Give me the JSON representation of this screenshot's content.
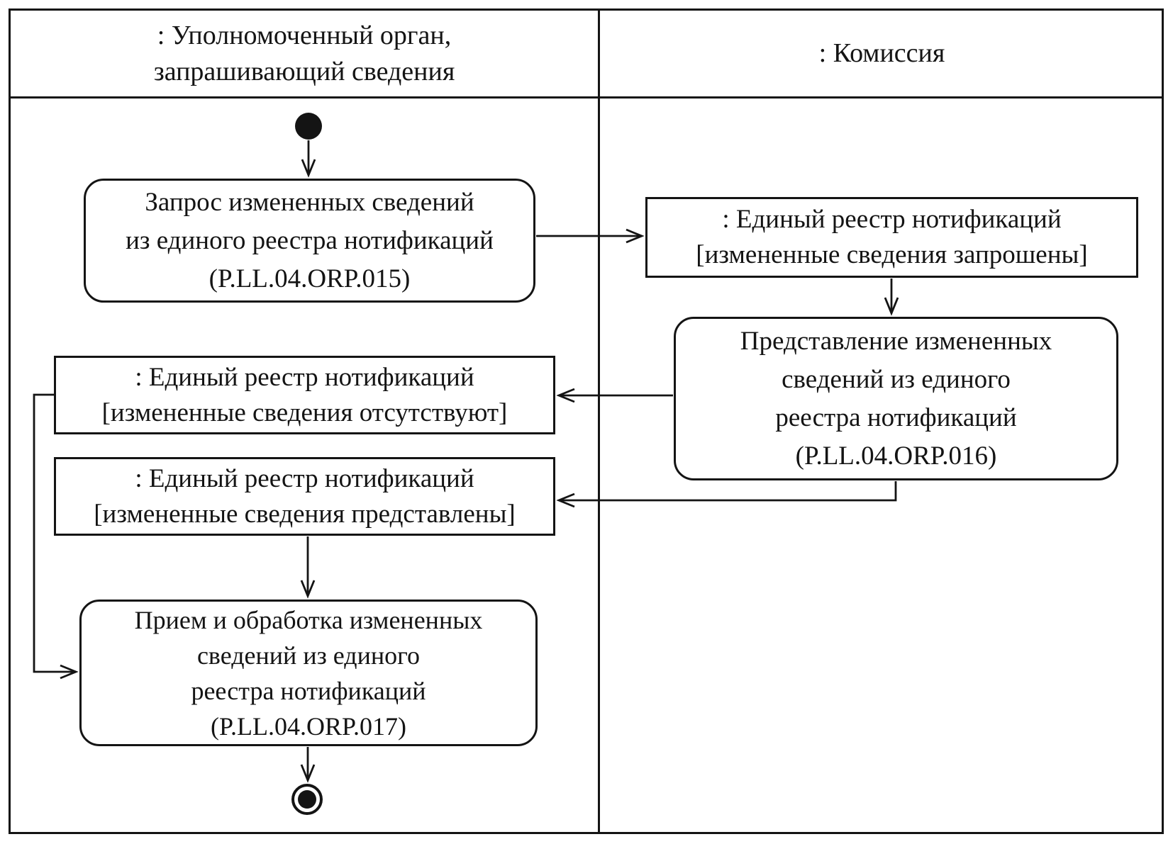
{
  "colors": {
    "ink": "#141414",
    "paper": "#ffffff"
  },
  "lanes": {
    "left": {
      "title_lines": [
        ": Уполномоченный орган,",
        "запрашивающий сведения"
      ]
    },
    "right": {
      "title_lines": [
        ": Комиссия"
      ]
    }
  },
  "nodes": {
    "request_activity": {
      "lines": [
        "Запрос измененных сведений",
        "из единого реестра нотификаций",
        "(P.LL.04.ORP.015)"
      ]
    },
    "registry_requested": {
      "lines": [
        ": Единый реестр нотификаций",
        "[измененные сведения запрошены]"
      ]
    },
    "present_activity": {
      "lines": [
        "Представление измененных",
        "сведений из единого",
        "реестра нотификаций",
        "(P.LL.04.ORP.016)"
      ]
    },
    "registry_absent": {
      "lines": [
        ": Единый реестр нотификаций",
        "[измененные сведения отсутствуют]"
      ]
    },
    "registry_provided": {
      "lines": [
        ": Единый реестр нотификаций",
        "[измененные сведения представлены]"
      ]
    },
    "receive_activity": {
      "lines": [
        "Прием и обработка измененных",
        "сведений из единого",
        "реестра нотификаций",
        "(P.LL.04.ORP.017)"
      ]
    }
  }
}
